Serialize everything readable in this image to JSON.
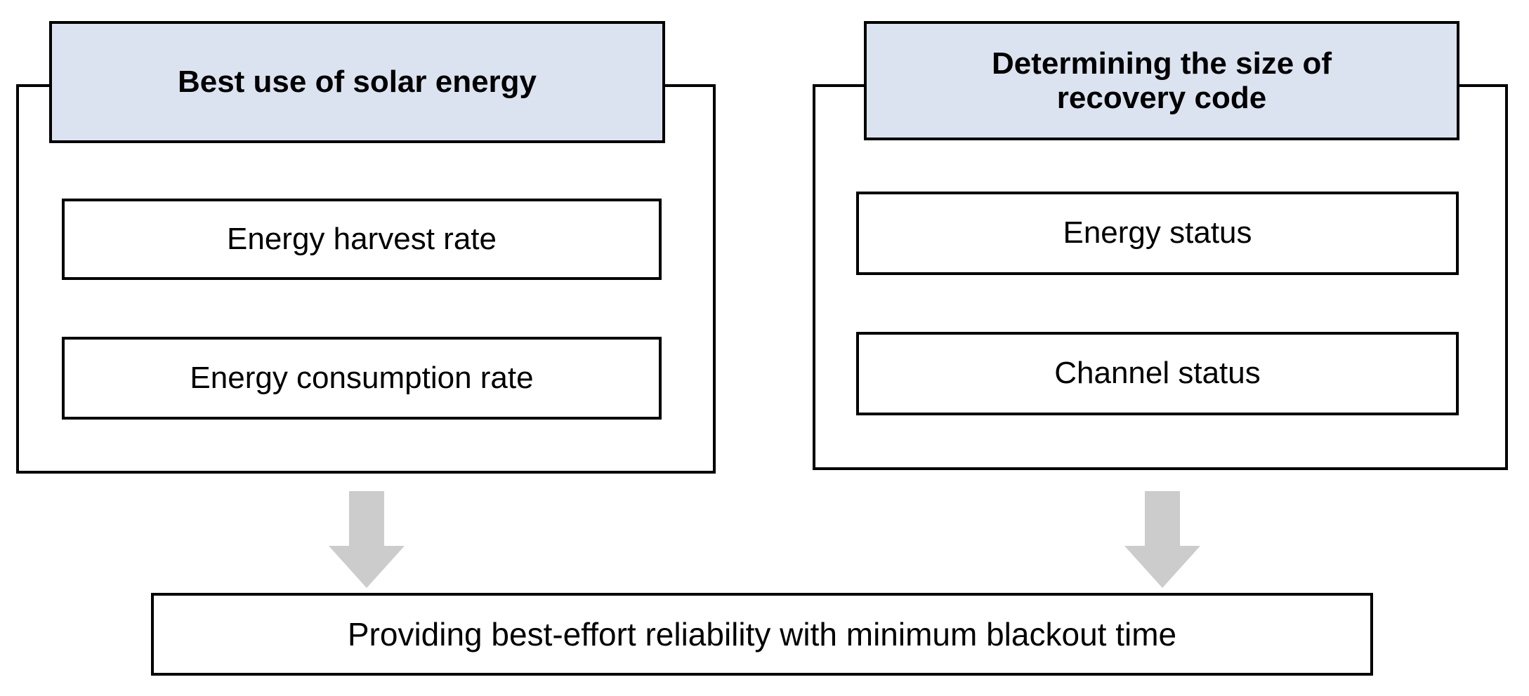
{
  "diagram": {
    "title_text_present": false,
    "background_color": "#ffffff",
    "line_color": "#000000",
    "header_fill_color": "#dce3f0",
    "arrow_fill_color": "#cccccc",
    "groups": [
      {
        "id": "left",
        "header": "Best use of solar energy",
        "items": [
          "Energy harvest rate",
          "Energy consumption rate"
        ],
        "arrow_icon": "down-arrow-icon"
      },
      {
        "id": "right",
        "header": "Determining the size of\nrecovery code",
        "items": [
          "Energy status",
          "Channel status"
        ],
        "arrow_icon": "down-arrow-icon"
      }
    ],
    "outcome": "Providing best-effort reliability with minimum blackout time"
  }
}
